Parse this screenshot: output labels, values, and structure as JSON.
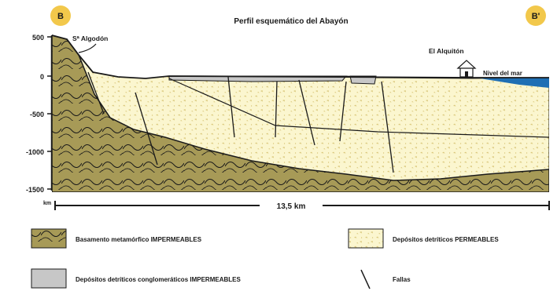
{
  "title": "Perfil esquemático del Abayón",
  "endpoint_left": "B",
  "endpoint_right": "B'",
  "endpoint_color": "#f2c84b",
  "y_ticks": [
    "500",
    "0",
    "-500",
    "-1000",
    "-1500"
  ],
  "km_zero": "km",
  "distance": "13,5 km",
  "labels": {
    "peak": "Sª Algodón",
    "town": "El Alquitón",
    "sea": "Nivel del mar"
  },
  "legend": [
    {
      "key": "basement",
      "text": "Basamento metamórfico IMPERMEABLES"
    },
    {
      "key": "detrital",
      "text": "Depósitos detríticos PERMEABLES"
    },
    {
      "key": "impermeable",
      "text": "Depósitos detríticos conglomeráticos IMPERMEABLES"
    },
    {
      "key": "fault",
      "text": "Fallas"
    }
  ],
  "colors": {
    "basement": "#a79a57",
    "detrital": "#fbf6cf",
    "detrital_dots": "#d9c679",
    "impermeable": "#c7c7c7",
    "sea": "#1f6fb4",
    "line": "#1a1a1a"
  }
}
